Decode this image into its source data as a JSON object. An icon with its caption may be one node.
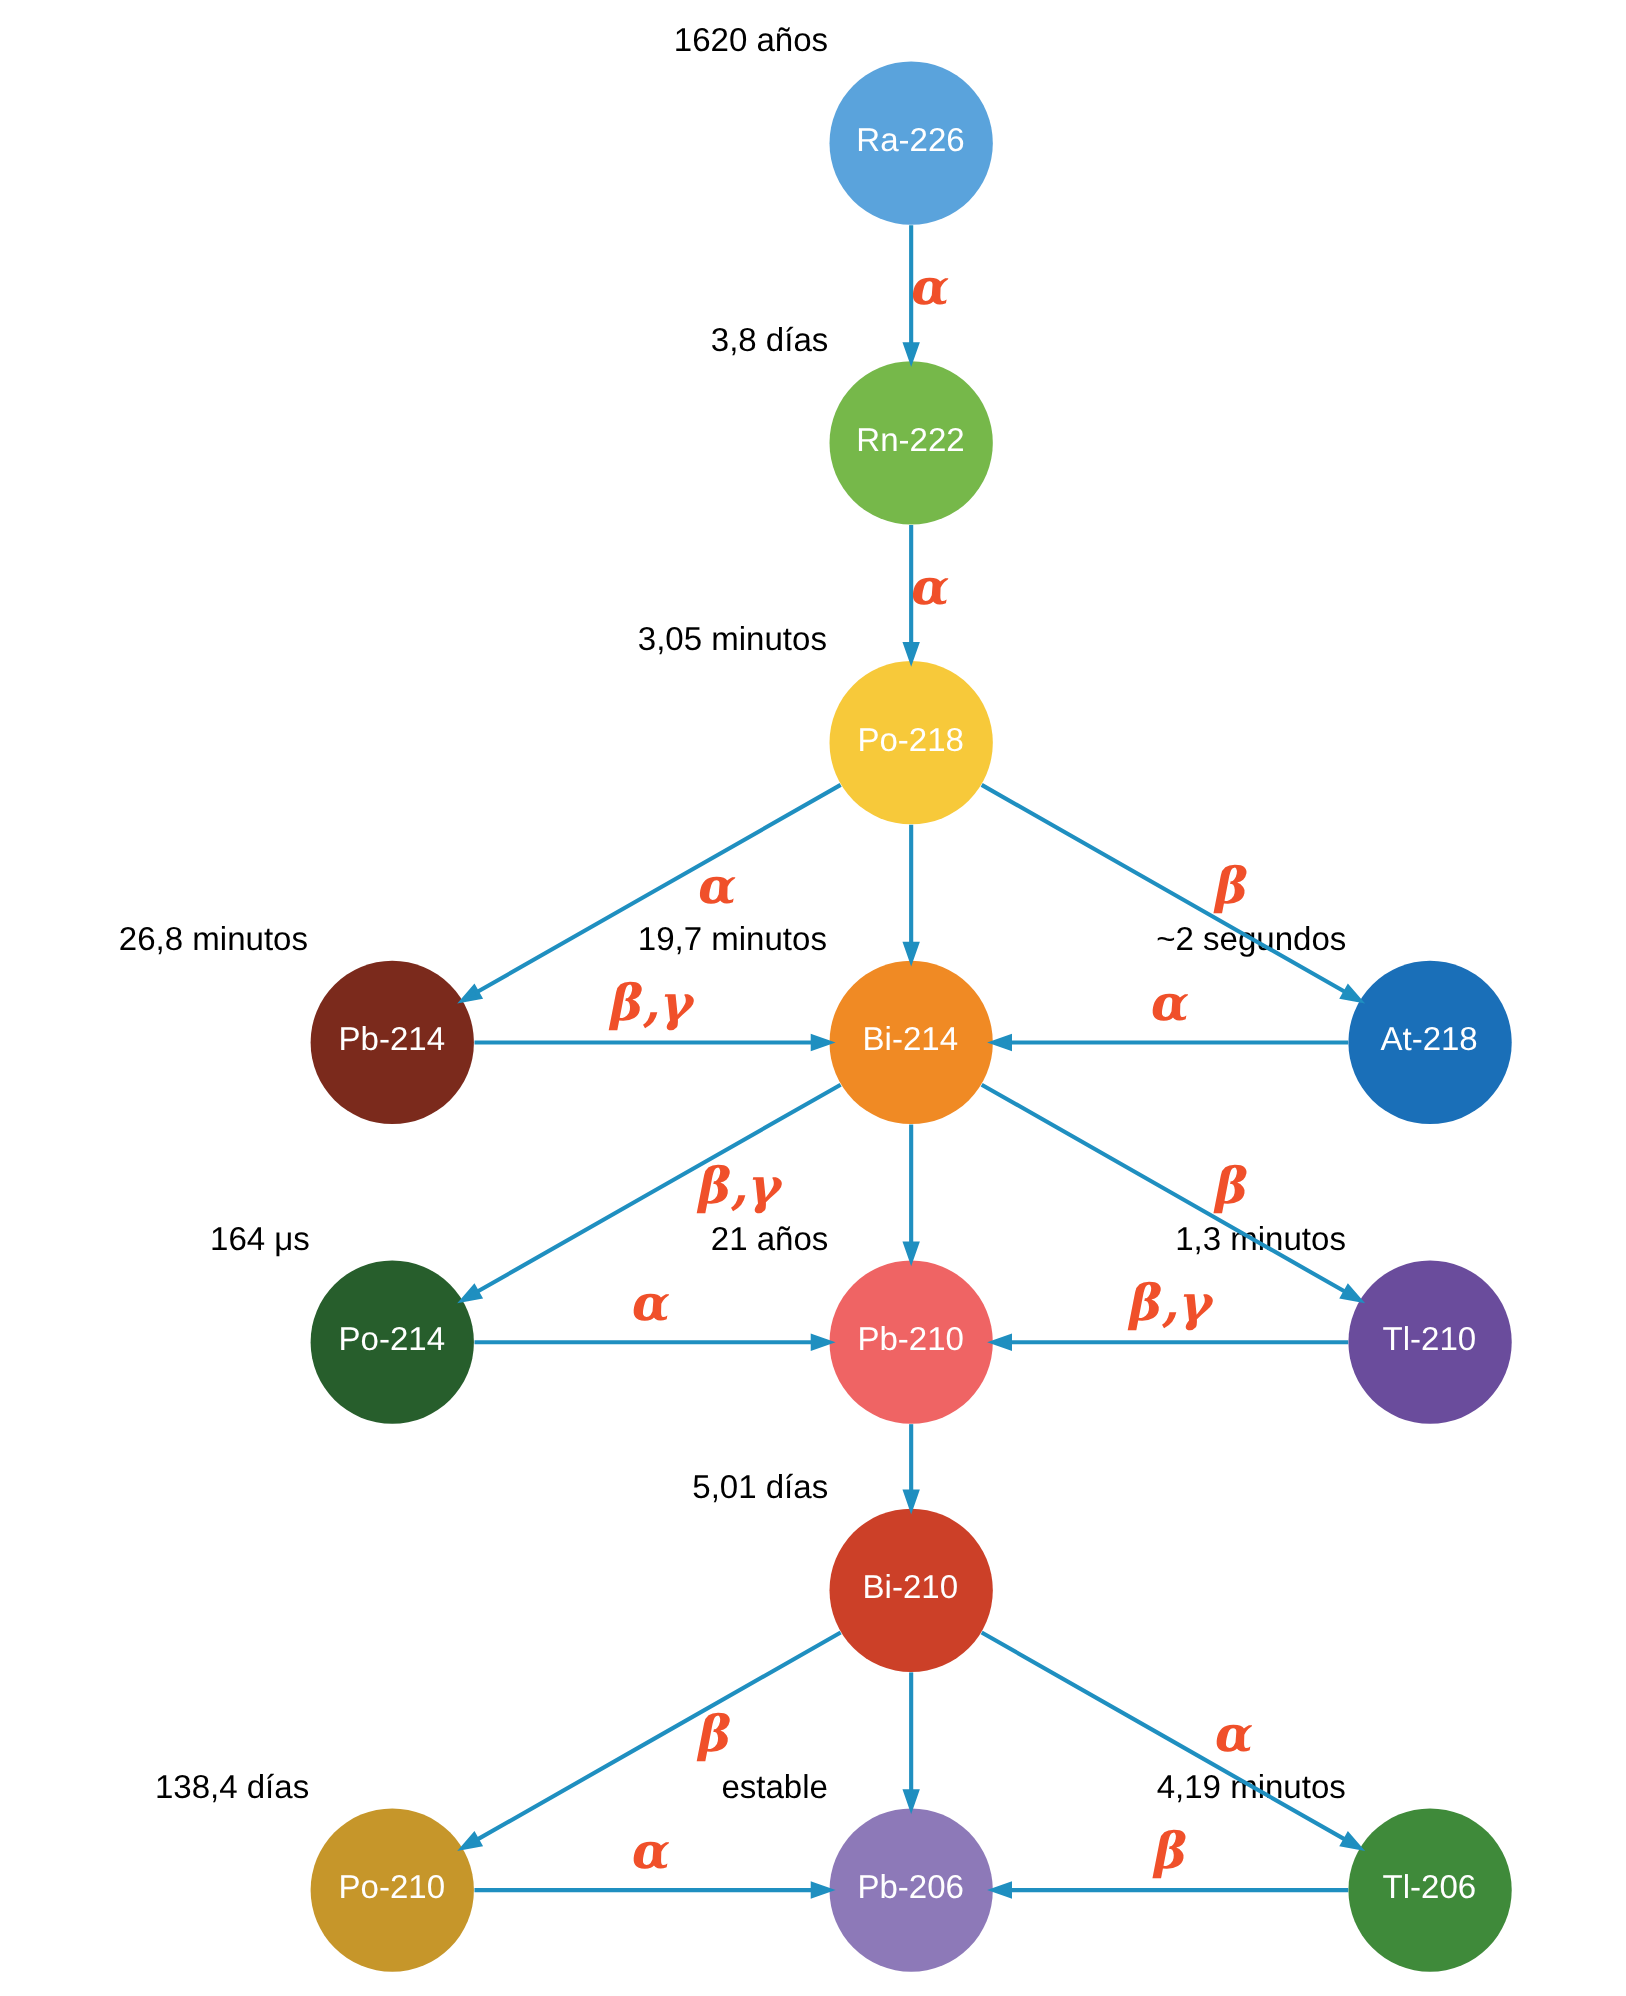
{
  "diagram": {
    "nodes": [
      {
        "text": [
          "Ra-226"
        ],
        "beside": [
          "1620 años"
        ]
      },
      {
        "text": [
          "Rn-222"
        ],
        "beside": [
          "3,8 días"
        ]
      },
      {
        "text": [
          "Po-218"
        ],
        "beside": [
          "3,05 minutos"
        ]
      },
      {
        "text": [
          "Pb-214"
        ],
        "beside": [
          "26,8 minutos"
        ]
      },
      {
        "text": [
          "Bi-214"
        ],
        "beside": [
          "19,7 minutos"
        ]
      },
      {
        "text": [
          "At-218"
        ],
        "beside": [
          "~2 segundos"
        ]
      },
      {
        "text": [
          "Po-214"
        ],
        "beside": [
          "164 μs"
        ]
      },
      {
        "text": [
          "Pb-210"
        ],
        "beside": [
          "21 años"
        ]
      },
      {
        "text": [
          "Tl-210"
        ],
        "beside": [
          "1,3 minutos"
        ]
      },
      {
        "text": [
          "Bi-210"
        ],
        "beside": [
          "5,01 días"
        ]
      },
      {
        "text": [
          "Po-210"
        ],
        "beside": [
          "138,4 días"
        ]
      },
      {
        "text": [
          "Pb-206"
        ],
        "beside": [
          "estable"
        ]
      },
      {
        "text": [
          "Tl-206"
        ],
        "beside": [
          "4,19 minutos"
        ]
      }
    ],
    "edges": [
      {
        "from": 0,
        "to": 1,
        "arrow": "to",
        "label": "α"
      },
      {
        "from": 1,
        "to": 2,
        "arrow": "to",
        "label": "α"
      },
      {
        "from": 2,
        "to": 3,
        "arrow": "to",
        "label": "α"
      },
      {
        "from": 2,
        "to": 4,
        "arrow": "to"
      },
      {
        "from": 2,
        "to": 5,
        "arrow": "to",
        "label": "β"
      },
      {
        "from": 3,
        "to": 4,
        "arrow": "to",
        "label": "β,γ"
      },
      {
        "from": 5,
        "to": 4,
        "arrow": "to",
        "label": "α"
      },
      {
        "from": 4,
        "to": 6,
        "arrow": "to",
        "label": "β,γ"
      },
      {
        "from": 4,
        "to": 7,
        "arrow": "to"
      },
      {
        "from": 4,
        "to": 8,
        "arrow": "to",
        "label": "β"
      },
      {
        "from": 6,
        "to": 7,
        "arrow": "to",
        "label": "α"
      },
      {
        "from": 8,
        "to": 7,
        "arrow": "to",
        "label": "β,γ"
      },
      {
        "from": 7,
        "to": 9,
        "arrow": "to"
      },
      {
        "from": 9,
        "to": 10,
        "arrow": "to",
        "label": "β"
      },
      {
        "from": 9,
        "to": 11,
        "arrow": "to"
      },
      {
        "from": 9,
        "to": 12,
        "arrow": "to",
        "label": "α"
      },
      {
        "from": 10,
        "to": 11,
        "arrow": "to",
        "label": "α"
      },
      {
        "from": 12,
        "to": 11,
        "arrow": "to",
        "label": "β"
      }
    ]
  }
}
